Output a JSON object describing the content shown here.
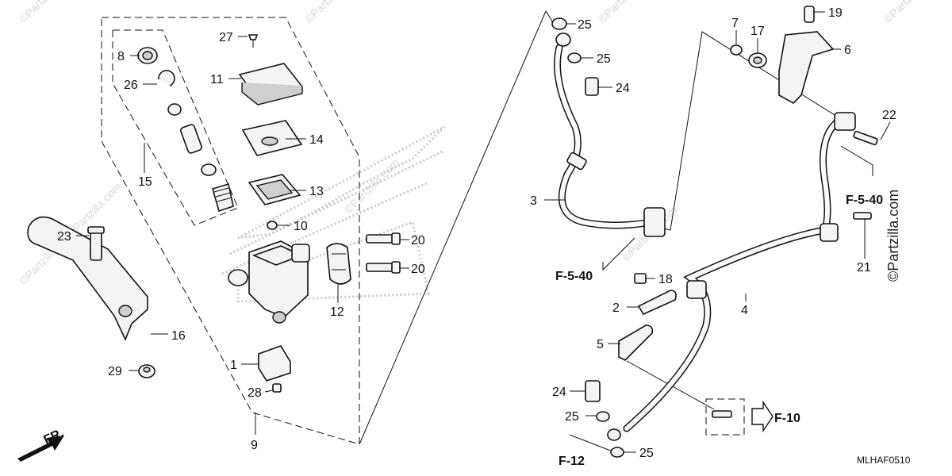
{
  "watermark": {
    "text": "©Partzilla.com",
    "vertical_text": "©Partzilla.com"
  },
  "diagram_code": "MLHAF0510",
  "front_indicator": "FR.",
  "colors": {
    "line": "#111111",
    "background": "#ffffff",
    "watermark": "#d8d8d8",
    "emblem": "#c8c8c8"
  },
  "callouts": {
    "p1": "1",
    "p2": "2",
    "p3": "3",
    "p4": "4",
    "p5": "5",
    "p6": "6",
    "p7": "7",
    "p8": "8",
    "p9": "9",
    "p10": "10",
    "p11": "11",
    "p12": "12",
    "p13": "13",
    "p14": "14",
    "p15": "15",
    "p16": "16",
    "p17": "17",
    "p18": "18",
    "p19": "19",
    "p20": "20",
    "p21": "21",
    "p22": "22",
    "p23": "23",
    "p24": "24",
    "p25": "25",
    "p26": "26",
    "p27": "27",
    "p28": "28",
    "p29": "29"
  },
  "references": {
    "f540": "F-5-40",
    "f10": "F-10",
    "f12": "F-12"
  }
}
